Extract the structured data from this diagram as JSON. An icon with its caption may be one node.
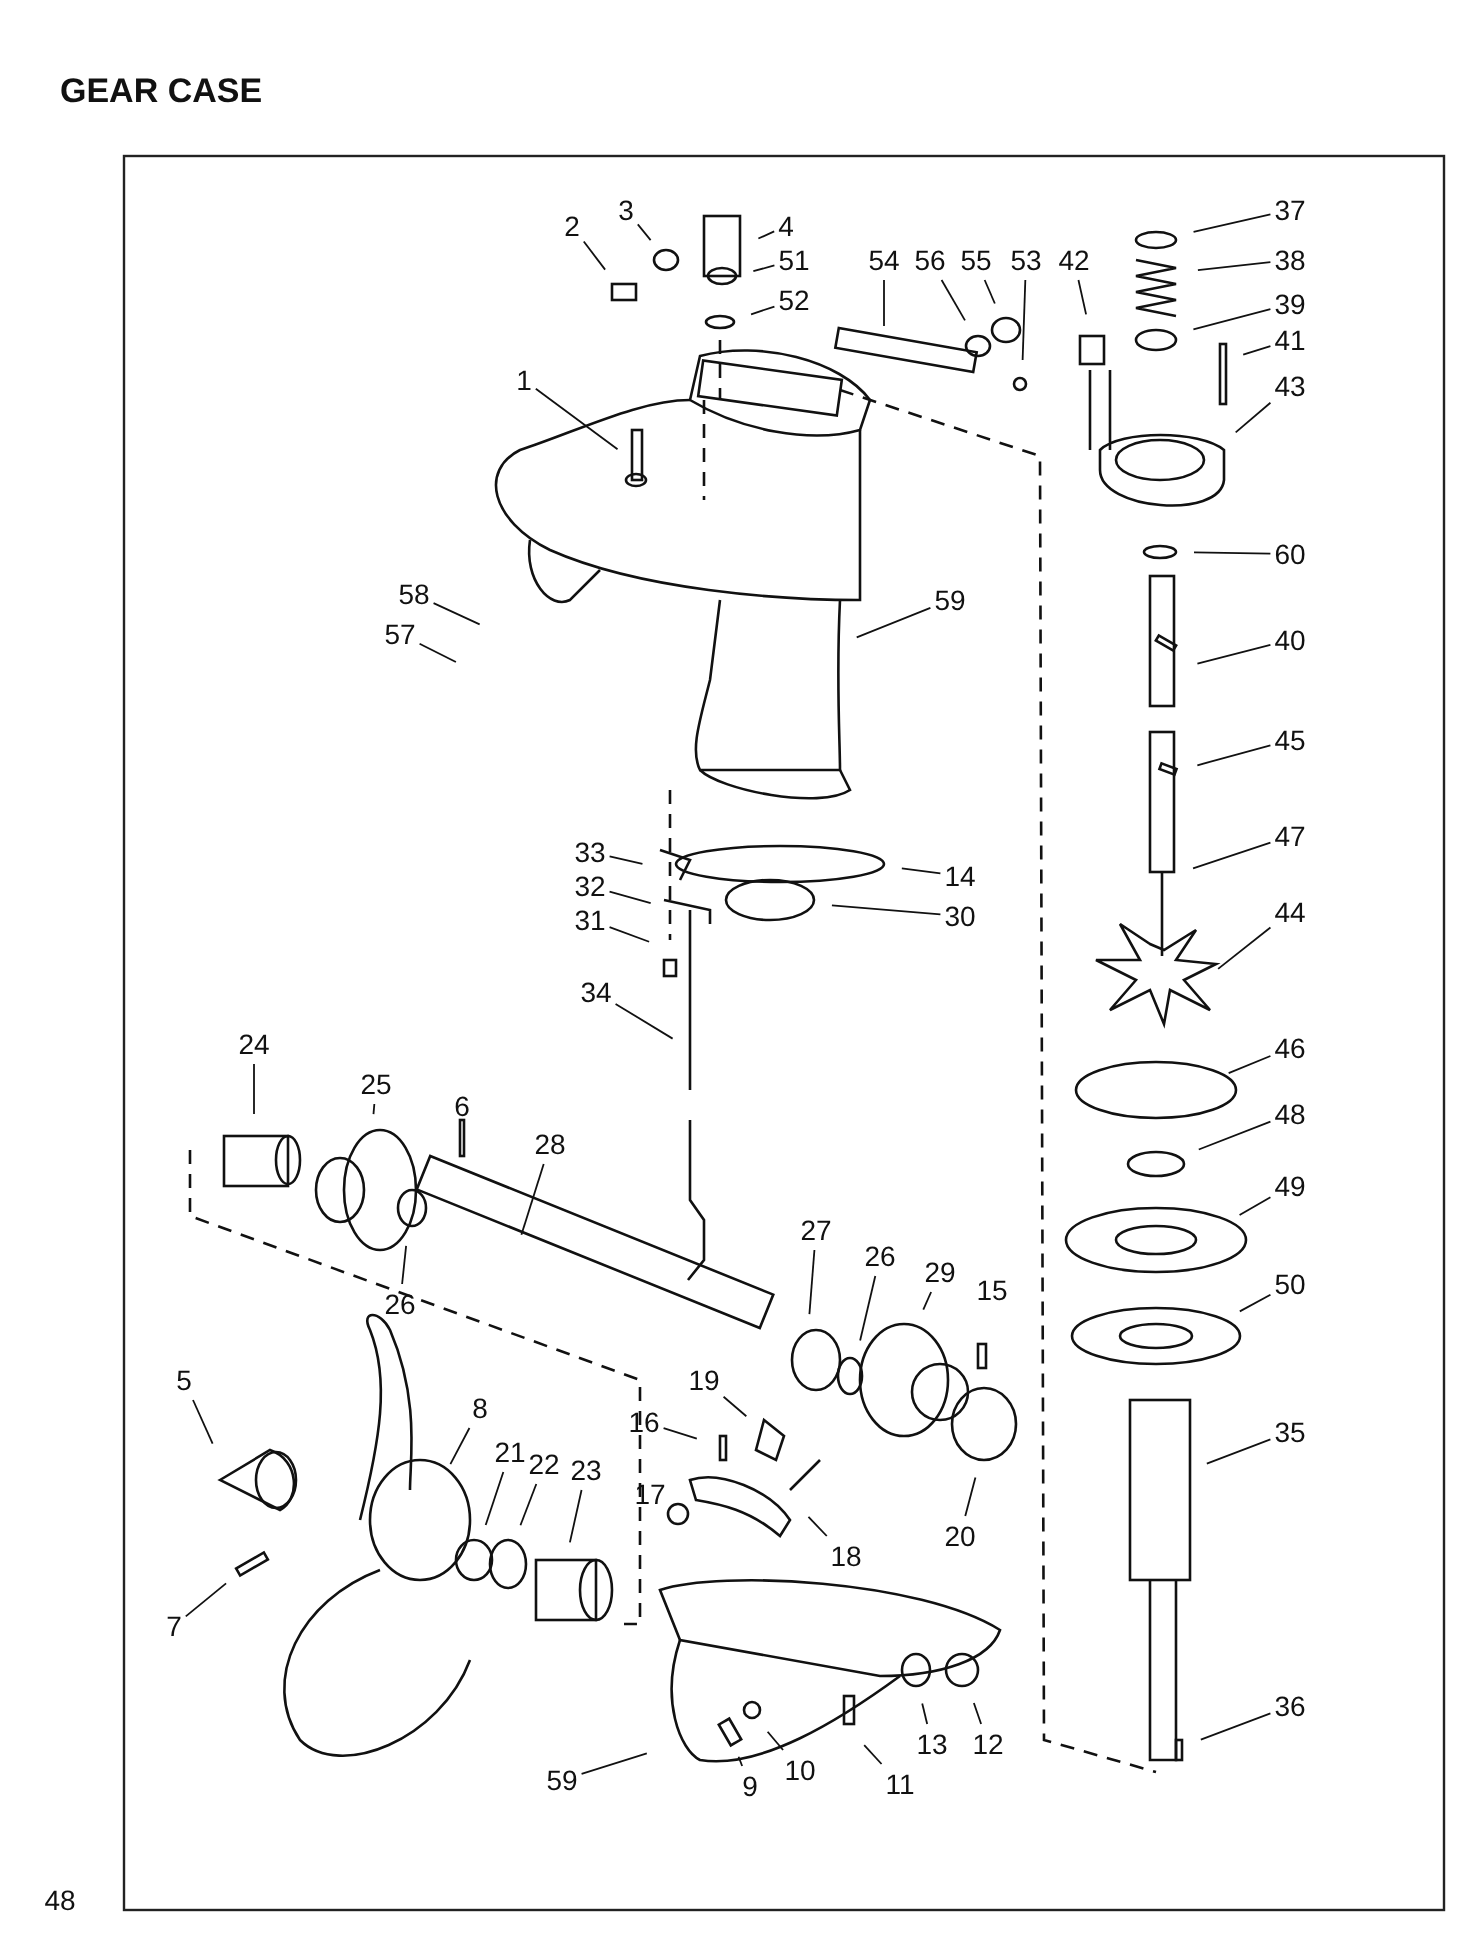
{
  "diagram": {
    "title": "GEAR CASE",
    "nodes": [
      {
        "text": [
          "2"
        ]
      },
      {
        "text": [
          "3"
        ]
      },
      {
        "text": [
          "4"
        ]
      },
      {
        "text": [
          "51"
        ]
      },
      {
        "text": [
          "52"
        ]
      },
      {
        "text": [
          "54"
        ]
      },
      {
        "text": [
          "56"
        ]
      },
      {
        "text": [
          "55"
        ]
      },
      {
        "text": [
          "53"
        ]
      },
      {
        "text": [
          "42"
        ]
      },
      {
        "text": [
          "37"
        ]
      },
      {
        "text": [
          "38"
        ]
      },
      {
        "text": [
          "39"
        ]
      },
      {
        "text": [
          "41"
        ]
      },
      {
        "text": [
          "43"
        ]
      },
      {
        "text": [
          "1"
        ]
      },
      {
        "text": [
          "60"
        ]
      },
      {
        "text": [
          "58"
        ]
      },
      {
        "text": [
          "57"
        ]
      },
      {
        "text": [
          "59"
        ]
      },
      {
        "text": [
          "40"
        ]
      },
      {
        "text": [
          "45"
        ]
      },
      {
        "text": [
          "47"
        ]
      },
      {
        "text": [
          "14"
        ]
      },
      {
        "text": [
          "33"
        ]
      },
      {
        "text": [
          "32"
        ]
      },
      {
        "text": [
          "30"
        ]
      },
      {
        "text": [
          "31"
        ]
      },
      {
        "text": [
          "44"
        ]
      },
      {
        "text": [
          "34"
        ]
      },
      {
        "text": [
          "24"
        ]
      },
      {
        "text": [
          "46"
        ]
      },
      {
        "text": [
          "25"
        ]
      },
      {
        "text": [
          "48"
        ]
      },
      {
        "text": [
          "28"
        ]
      },
      {
        "text": [
          "49"
        ]
      },
      {
        "text": [
          "27"
        ]
      },
      {
        "text": [
          "26"
        ]
      },
      {
        "text": [
          "26"
        ]
      },
      {
        "text": [
          "29"
        ]
      },
      {
        "text": [
          "50"
        ]
      },
      {
        "text": [
          "5"
        ]
      },
      {
        "text": [
          "19"
        ]
      },
      {
        "text": [
          "8"
        ]
      },
      {
        "text": [
          "21"
        ]
      },
      {
        "text": [
          "22"
        ]
      },
      {
        "text": [
          "23"
        ]
      },
      {
        "text": [
          "16"
        ]
      },
      {
        "text": [
          "35"
        ]
      },
      {
        "text": [
          "17"
        ]
      },
      {
        "text": [
          "18"
        ]
      },
      {
        "text": [
          "20"
        ]
      },
      {
        "text": [
          "7"
        ]
      },
      {
        "text": [
          "36"
        ]
      },
      {
        "text": [
          "13"
        ]
      },
      {
        "text": [
          "12"
        ]
      },
      {
        "text": [
          "11"
        ]
      },
      {
        "text": [
          "10"
        ]
      },
      {
        "text": [
          "9"
        ]
      },
      {
        "text": [
          "59"
        ]
      }
    ],
    "edges": [
      {
        "from": 0,
        "to": null,
        "arrow": "none"
      },
      {
        "from": 1,
        "to": null,
        "arrow": "none"
      },
      {
        "from": 2,
        "to": null,
        "arrow": "none"
      },
      {
        "from": 3,
        "to": null,
        "arrow": "none"
      },
      {
        "from": 4,
        "to": null,
        "arrow": "none"
      },
      {
        "from": 5,
        "to": null,
        "arrow": "none"
      },
      {
        "from": 6,
        "to": null,
        "arrow": "none"
      },
      {
        "from": 7,
        "to": null,
        "arrow": "none"
      },
      {
        "from": 8,
        "to": null,
        "arrow": "none"
      },
      {
        "from": 9,
        "to": null,
        "arrow": "none"
      },
      {
        "from": 10,
        "to": null,
        "arrow": "none"
      },
      {
        "from": 11,
        "to": null,
        "arrow": "none"
      },
      {
        "from": 12,
        "to": null,
        "arrow": "none"
      },
      {
        "from": 13,
        "to": null,
        "arrow": "none"
      },
      {
        "from": 14,
        "to": null,
        "arrow": "none"
      },
      {
        "from": 15,
        "to": null,
        "arrow": "none"
      },
      {
        "from": 16,
        "to": null,
        "arrow": "none"
      },
      {
        "from": 17,
        "to": null,
        "arrow": "none"
      },
      {
        "from": 18,
        "to": null,
        "arrow": "none"
      },
      {
        "from": 19,
        "to": null,
        "arrow": "none"
      },
      {
        "from": 20,
        "to": null,
        "arrow": "none"
      },
      {
        "from": 21,
        "to": null,
        "arrow": "none"
      },
      {
        "from": 22,
        "to": null,
        "arrow": "none"
      },
      {
        "from": 23,
        "to": null,
        "arrow": "none"
      },
      {
        "from": 24,
        "to": null,
        "arrow": "none"
      },
      {
        "from": 25,
        "to": null,
        "arrow": "none"
      },
      {
        "from": 26,
        "to": null,
        "arrow": "none"
      },
      {
        "from": 27,
        "to": null,
        "arrow": "none"
      },
      {
        "from": 28,
        "to": null,
        "arrow": "none"
      },
      {
        "from": 29,
        "to": null,
        "arrow": "none"
      },
      {
        "from": 30,
        "to": null,
        "arrow": "none"
      },
      {
        "from": 31,
        "to": null,
        "arrow": "none"
      },
      {
        "from": 32,
        "to": null,
        "arrow": "none"
      },
      {
        "from": 33,
        "to": null,
        "arrow": "none"
      },
      {
        "from": 34,
        "to": null,
        "arrow": "none"
      },
      {
        "from": 35,
        "to": null,
        "arrow": "none"
      },
      {
        "from": 36,
        "to": null,
        "arrow": "none"
      },
      {
        "from": 37,
        "to": null,
        "arrow": "none"
      },
      {
        "from": 38,
        "to": null,
        "arrow": "none"
      },
      {
        "from": 39,
        "to": null,
        "arrow": "none"
      },
      {
        "from": 40,
        "to": null,
        "arrow": "none"
      },
      {
        "from": 41,
        "to": null,
        "arrow": "none"
      },
      {
        "from": 42,
        "to": null,
        "arrow": "none"
      },
      {
        "from": 43,
        "to": null,
        "arrow": "none"
      },
      {
        "from": 44,
        "to": null,
        "arrow": "none"
      },
      {
        "from": 45,
        "to": null,
        "arrow": "none"
      },
      {
        "from": 46,
        "to": null,
        "arrow": "none"
      },
      {
        "from": 47,
        "to": null,
        "arrow": "none"
      },
      {
        "from": 48,
        "to": null,
        "arrow": "none"
      },
      {
        "from": 49,
        "to": null,
        "arrow": "none"
      },
      {
        "from": 50,
        "to": null,
        "arrow": "none"
      },
      {
        "from": 51,
        "to": null,
        "arrow": "none"
      },
      {
        "from": 52,
        "to": null,
        "arrow": "none"
      },
      {
        "from": 53,
        "to": null,
        "arrow": "none"
      },
      {
        "from": 54,
        "to": null,
        "arrow": "none"
      },
      {
        "from": 55,
        "to": null,
        "arrow": "none"
      },
      {
        "from": 56,
        "to": null,
        "arrow": "none"
      },
      {
        "from": 57,
        "to": null,
        "arrow": "none"
      },
      {
        "from": 58,
        "to": null,
        "arrow": "none"
      },
      {
        "from": 59,
        "to": null,
        "arrow": "none"
      }
    ],
    "labels": [
      "6",
      "15",
      "48"
    ]
  }
}
